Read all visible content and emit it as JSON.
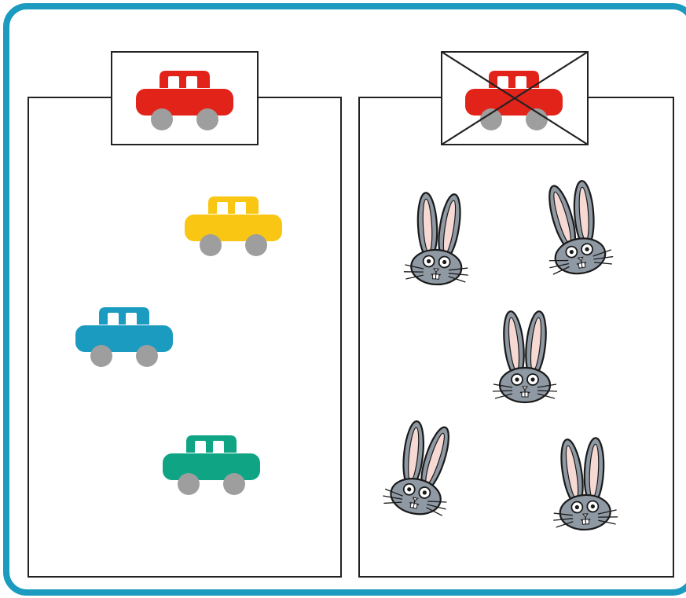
{
  "colors": {
    "frame": "#1a9bbf",
    "box_stroke": "#222222",
    "wheel": "#9e9e9e",
    "rabbit_fur": "#8f99a4",
    "rabbit_inner_ear": "#f7d9d4",
    "rabbit_outline": "#1a1a1a"
  },
  "panels": [
    {
      "id": "cars",
      "label_icon": "red-car-icon",
      "label_crossed": false,
      "items": [
        {
          "kind": "car",
          "color_name": "yellow",
          "color": "#f9c613"
        },
        {
          "kind": "car",
          "color_name": "blue",
          "color": "#1a9bbf"
        },
        {
          "kind": "car",
          "color_name": "green",
          "color": "#0fa584"
        }
      ]
    },
    {
      "id": "not-cars",
      "label_icon": "crossed-out-red-car-icon",
      "label_crossed": true,
      "items": [
        {
          "kind": "rabbit"
        },
        {
          "kind": "rabbit"
        },
        {
          "kind": "rabbit"
        },
        {
          "kind": "rabbit"
        },
        {
          "kind": "rabbit"
        }
      ]
    }
  ],
  "label_car_color": "#e2231a"
}
